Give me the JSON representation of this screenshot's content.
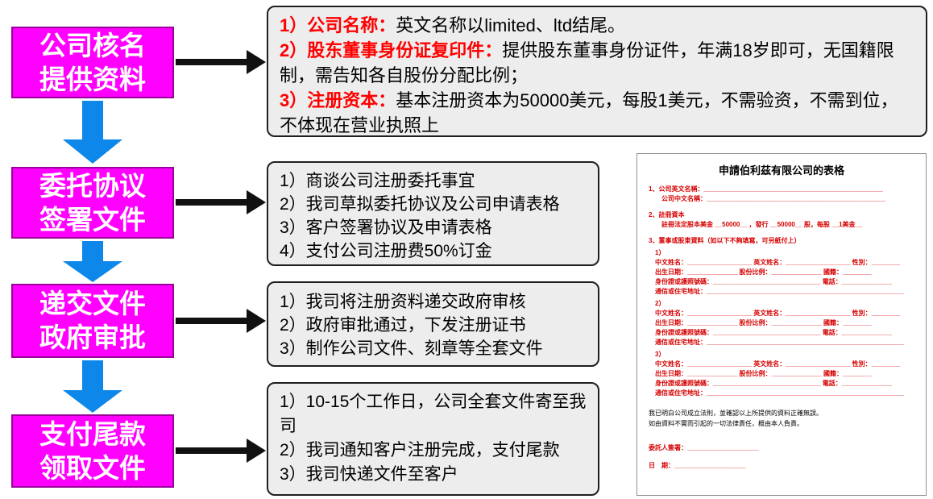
{
  "colors": {
    "step_box": "#ff00ff",
    "step_border": "#9b009b",
    "down_arrow": "#0d87e9",
    "black_arrow": "#111111",
    "detail_bg": "#ededed",
    "red_head": "#ff0000",
    "form_border": "#8f8f8f",
    "form_field_red": "#d60000"
  },
  "steps": [
    {
      "line1": "公司核名",
      "line2": "提供资料"
    },
    {
      "line1": "委托协议",
      "line2": "签署文件"
    },
    {
      "line1": "递交文件",
      "line2": "政府审批"
    },
    {
      "line1": "支付尾款",
      "line2": "领取文件"
    }
  ],
  "box1": {
    "items": [
      {
        "head": "1）公司名称：",
        "body": "英文名称以limited、ltd结尾。"
      },
      {
        "head": "2）股东董事身份证复印件：",
        "body": "提供股东董事身份证件，年满18岁即可，无国籍限制，需告知各自股份分配比例；"
      },
      {
        "head": "3）注册资本：",
        "body": "基本注册资本为50000美元，每股1美元，不需验资，不需到位，不体现在营业执照上"
      }
    ]
  },
  "box2": {
    "lines": [
      "1）商谈公司注册委托事宜",
      "2）我司草拟委托协议及公司申请表格",
      "3）客户签署协议及申请表格",
      "4）支付公司注册费50%订金"
    ]
  },
  "box3": {
    "lines": [
      "1）我司将注册资料递交政府审核",
      "2）政府审批通过，下发注册证书",
      "3）制作公司文件、刻章等全套文件"
    ]
  },
  "box4": {
    "lines": [
      "1）10-15个工作日，公司全套文件寄至我司",
      "2）我司通知客户注册完成，支付尾款",
      "3）我司快递文件至客户"
    ]
  },
  "form": {
    "title": "申請伯利茲有限公司的表格",
    "company_en": "1、公司英文名稱：__________________________________________________",
    "company_cn": "　　公司中文名稱：__________________________________________________",
    "capital_heading": "2、註冊資本",
    "capital_line": "　　註冊法定股本美金 __50000__ ，發行 __50000__ 股，每股 __1美金__",
    "members_heading": "3、董事或股東資料（如以下不夠填寫，可另紙付上）",
    "blocks": [
      {
        "no": "　1）",
        "l1": "　中文姓名：__________________ 英文姓名：__________________ 性別：________",
        "l2": "　出生日期：______________ 股份比例：______________ 國籍：________",
        "l3": "　身份證或護照號碼：______________________________ 電話：______________",
        "l4": "　通信或住宅地址：_______________________________________________________"
      },
      {
        "no": "　2）",
        "l1": "　中文姓名：__________________ 英文姓名：__________________ 性別：________",
        "l2": "　出生日期：______________ 股份比例：______________ 國籍：________",
        "l3": "　身份證或護照號碼：______________________________ 電話：______________",
        "l4": "　通信或住宅地址：_______________________________________________________"
      },
      {
        "no": "　3）",
        "l1": "　中文姓名：__________________ 英文姓名：__________________ 性別：________",
        "l2": "　出生日期：______________ 股份比例：______________ 國籍：________",
        "l3": "　身份證或護照號碼：______________________________ 電話：______________",
        "l4": "　通信或住宅地址：_______________________________________________________"
      }
    ],
    "declaration1": "我已明白公司成立法則，並確認以上所提供的資料正確無誤。",
    "declaration2": "如由資料不實而引起的一切法律責任，概由本人負責。",
    "signature": "委託人簽署：____________________",
    "date": "日　期：____________________"
  }
}
